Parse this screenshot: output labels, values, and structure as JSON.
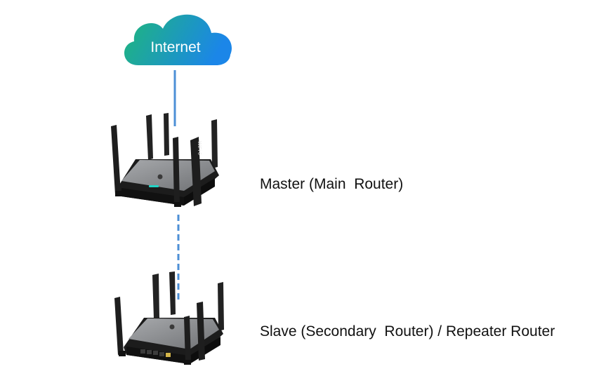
{
  "cloud": {
    "label": "Internet",
    "gradient_start": "#1fb77a",
    "gradient_end": "#1b86e8"
  },
  "links": {
    "color": "#4d8fd6",
    "wired": "solid",
    "wireless": "dashed"
  },
  "router_colors": {
    "body": "#222222",
    "top_plate": "#8d8f92",
    "led": "#22d3c5"
  },
  "master_router": {
    "badge": "WiFi 6",
    "label": "Master (Main  Router)"
  },
  "slave_router": {
    "label": "Slave (Secondary  Router) / Repeater Router"
  }
}
